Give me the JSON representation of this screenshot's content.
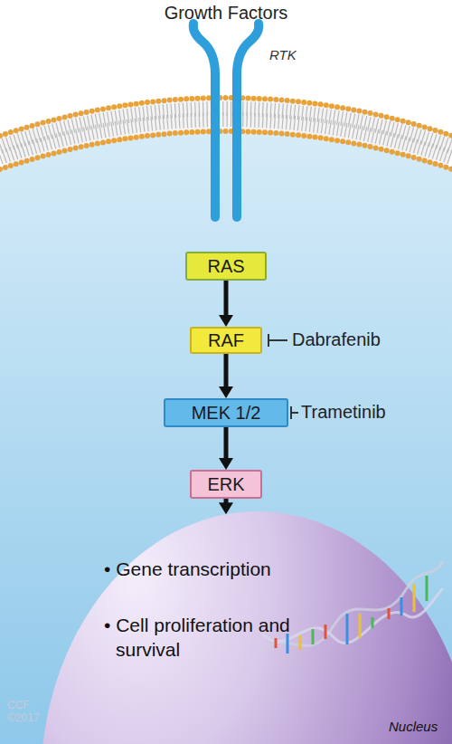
{
  "diagram": {
    "title": "Growth Factors",
    "nodes": [
      {
        "text": [
          "RAS"
        ]
      },
      {
        "text": [
          "RAF"
        ]
      },
      {
        "text": [
          "MEK 1/2"
        ]
      },
      {
        "text": [
          "ERK"
        ]
      },
      {
        "text": [
          "• Gene transcription",
          "• Cell proliferation and survival",
          "Nucleus"
        ]
      }
    ],
    "edges": [
      {
        "from": 0,
        "to": 1,
        "arrow": "to"
      },
      {
        "from": 1,
        "to": 2,
        "arrow": "to"
      },
      {
        "from": 2,
        "to": 3,
        "arrow": "to"
      },
      {
        "from": 3,
        "to": 4,
        "arrow": "to"
      }
    ],
    "labels": [
      "RTK",
      "Dabrafenib",
      "Trametinib",
      "CCF ©2017"
    ]
  }
}
